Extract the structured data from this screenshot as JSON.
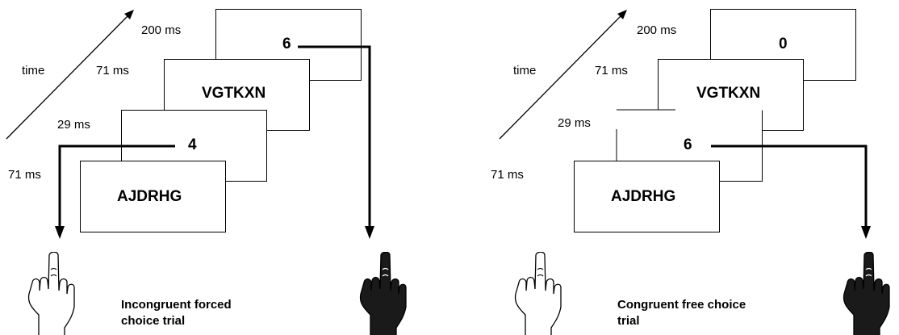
{
  "panels": [
    {
      "frames": [
        "AJDRHG",
        "4",
        "VGTKXN",
        "6"
      ],
      "durations": [
        "71 ms",
        "29 ms",
        "71 ms",
        "200 ms"
      ],
      "time_label": "time",
      "caption_lines": [
        "Incongruent forced",
        "choice trial"
      ]
    },
    {
      "frames": [
        "AJDRHG",
        "6",
        "VGTKXN",
        "0"
      ],
      "durations": [
        "71 ms",
        "29 ms",
        "71 ms",
        "200 ms"
      ],
      "time_label": "time",
      "caption_lines": [
        "Congruent free choice",
        "trial"
      ]
    }
  ],
  "hands": {
    "left": "open-hand-icon",
    "right": "dark-hand-icon"
  },
  "colors": {
    "ink": "#000000",
    "paper": "#ffffff",
    "dark_hand": "#1a1a1a"
  }
}
